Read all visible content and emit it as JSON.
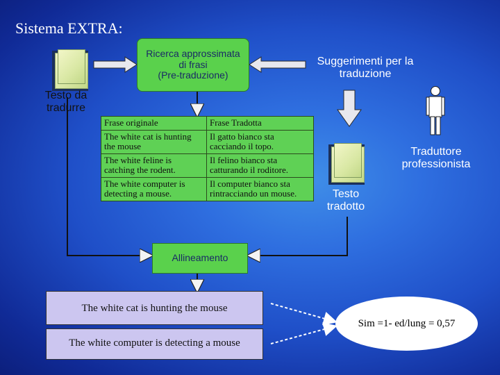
{
  "title": "Sistema EXTRA:",
  "pre_box": {
    "line1": "Ricerca approssimata",
    "line2": "di frasi",
    "line3": "(Pre-traduzione)"
  },
  "source_doc": {
    "line1": "Testo da",
    "line2": "tradurre"
  },
  "suggestions": {
    "line1": "Suggerimenti per la",
    "line2": "traduzione"
  },
  "translator": {
    "line1": "Traduttore",
    "line2": "professionista"
  },
  "target_doc": {
    "line1": "Testo",
    "line2": "tradotto"
  },
  "memory_table": {
    "headers": [
      "Frase originale",
      "Frase Tradotta"
    ],
    "rows": [
      [
        "The white cat is hunting the mouse",
        "Il gatto bianco sta cacciando il topo."
      ],
      [
        "The white feline is catching the rodent.",
        "Il felino bianco sta catturando il roditore."
      ],
      [
        "The white computer is detecting a mouse.",
        "Il computer bianco sta rintracciando un mouse."
      ]
    ]
  },
  "alignment": "Allineamento",
  "sentence_top": "The white cat is hunting the mouse",
  "sentence_bottom": "The white computer is detecting a mouse",
  "similarity": "Sim =1- ed/lung = 0,57",
  "colors": {
    "box_green": "#5ad14c",
    "sentence_lavender": "#ccc6f0",
    "background": "#1f4fc8"
  }
}
